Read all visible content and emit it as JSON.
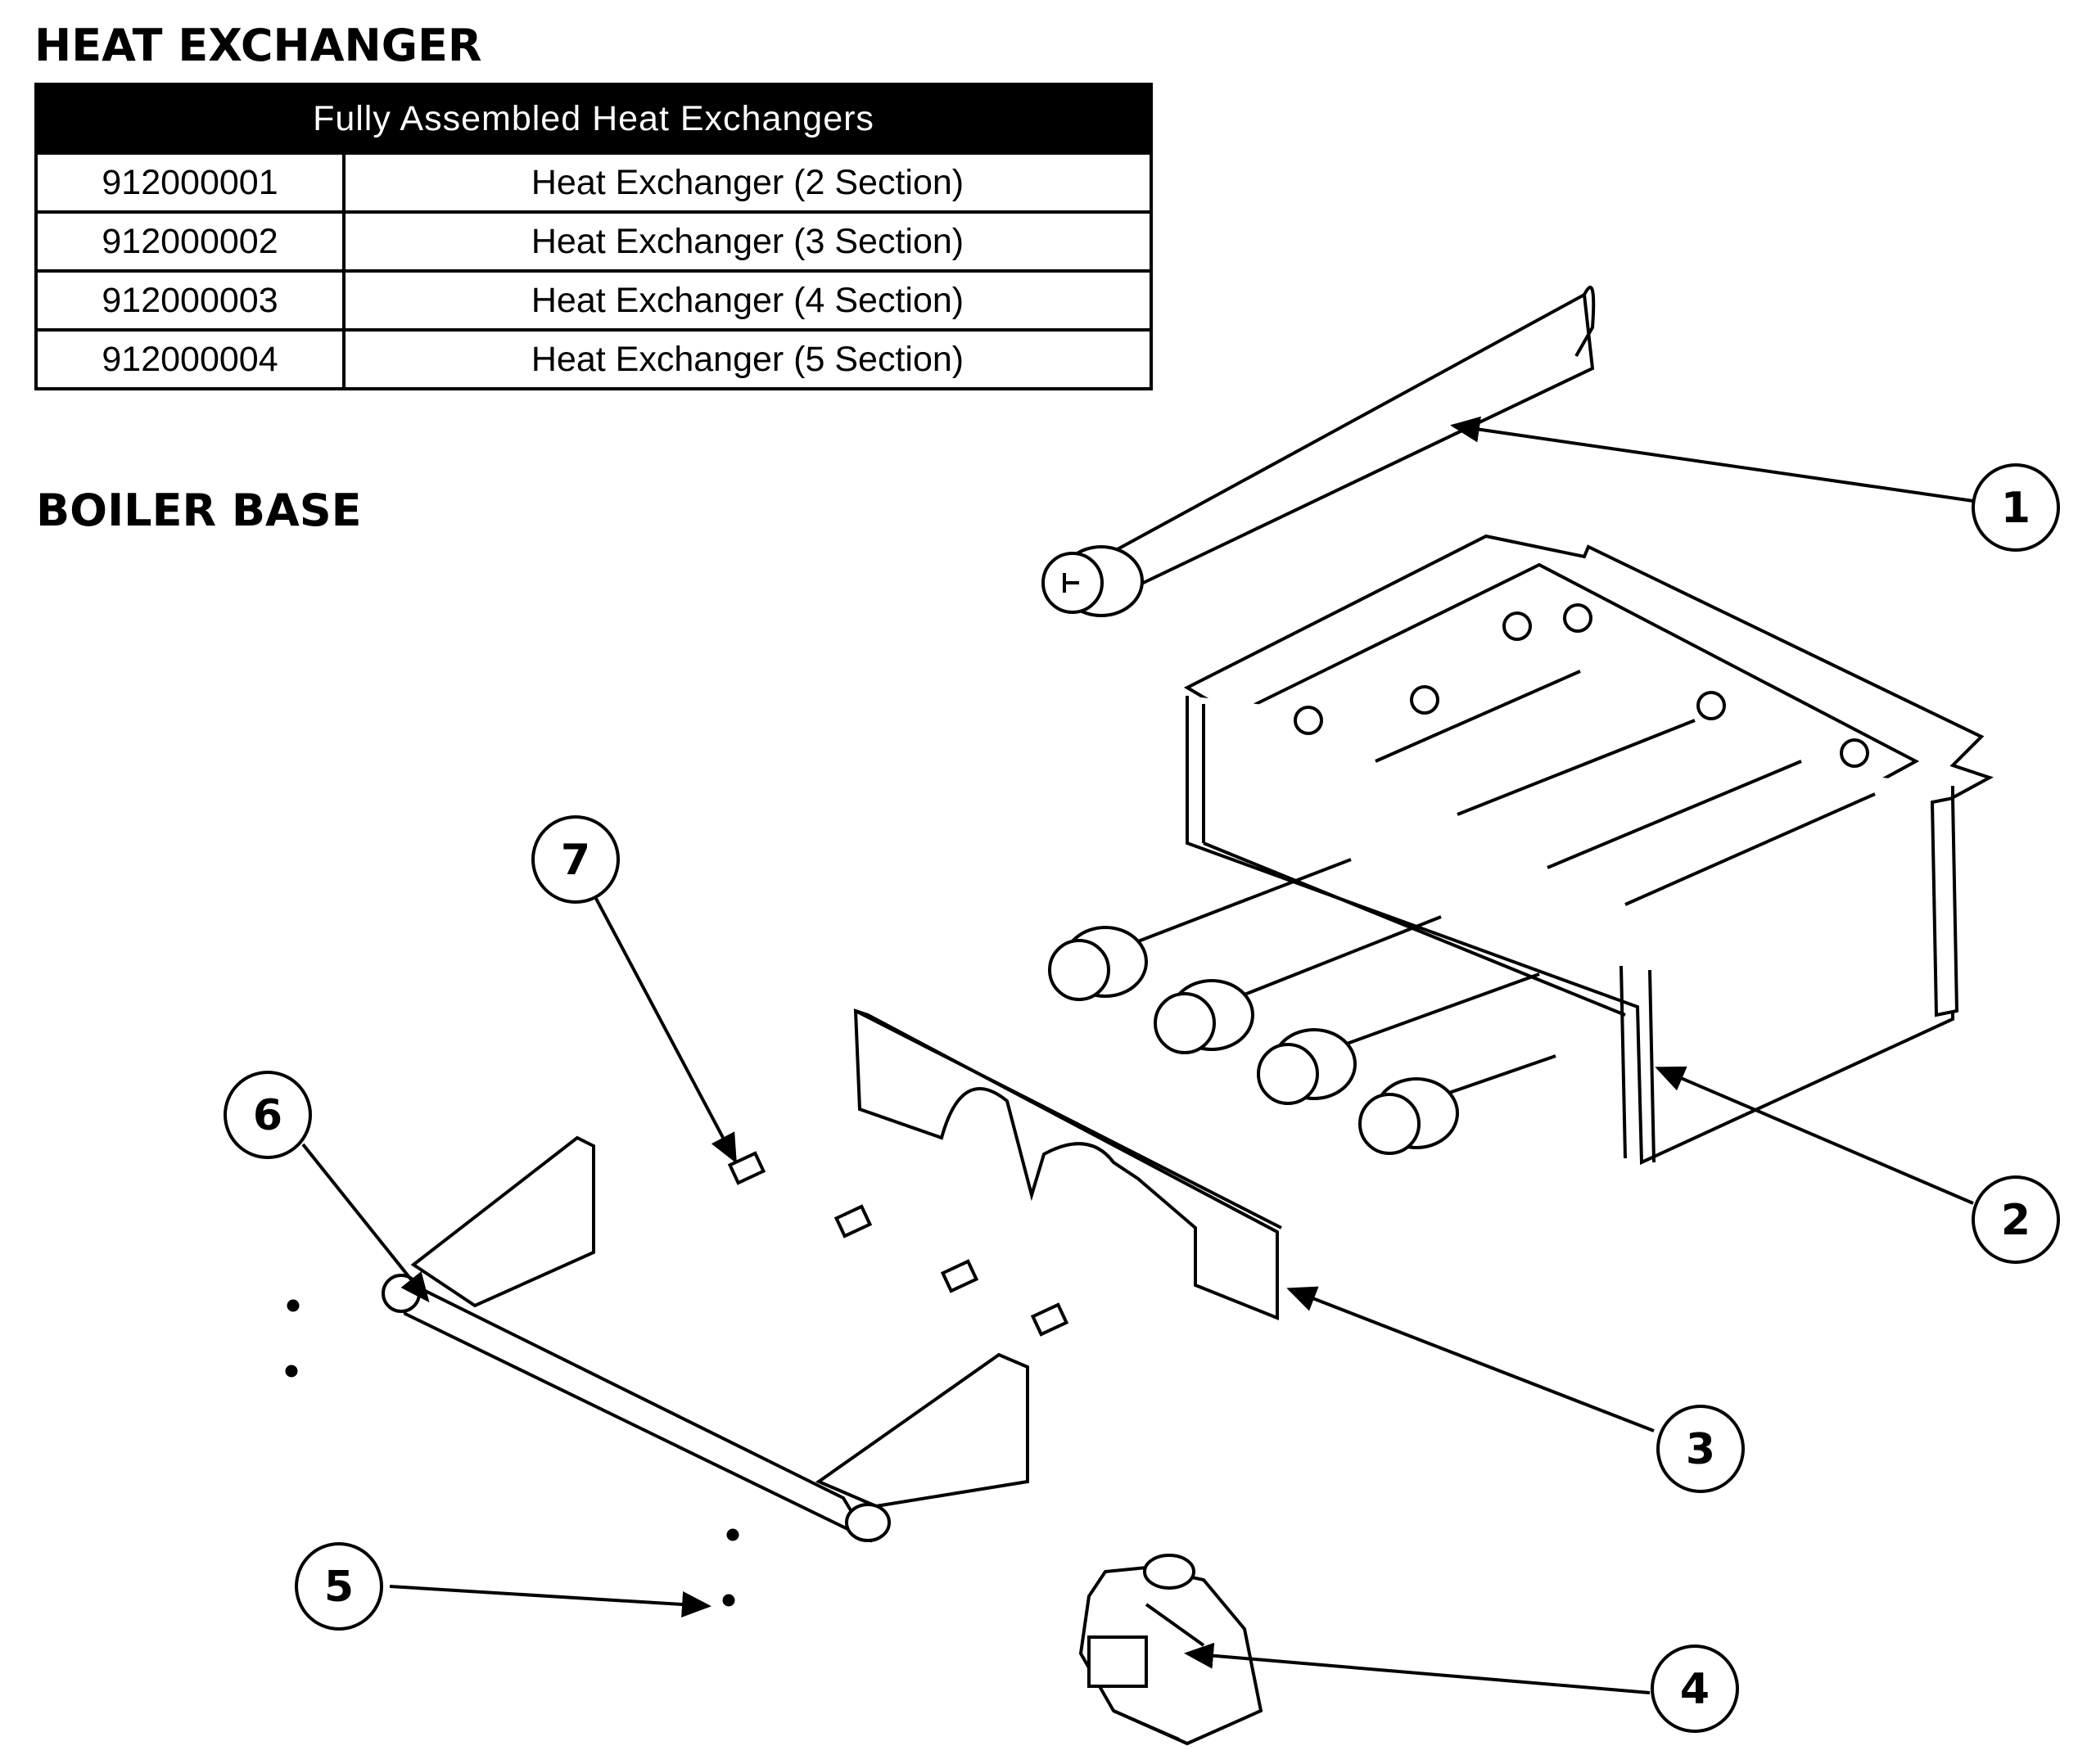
{
  "sections": {
    "heat_exchanger_title": "HEAT EXCHANGER",
    "boiler_base_title": "BOILER BASE"
  },
  "table": {
    "header": "Fully Assembled Heat Exchangers",
    "rows": [
      {
        "part_number": "912000001",
        "description": "Heat Exchanger (2 Section)"
      },
      {
        "part_number": "912000002",
        "description": "Heat Exchanger (3 Section)"
      },
      {
        "part_number": "912000003",
        "description": "Heat Exchanger (4 Section)"
      },
      {
        "part_number": "912000004",
        "description": "Heat Exchanger (5 Section)"
      }
    ]
  },
  "callouts": [
    "1",
    "2",
    "3",
    "4",
    "5",
    "6",
    "7"
  ],
  "colors": {
    "ink": "#000000",
    "paper": "#ffffff",
    "header_bg": "#000000",
    "header_text": "#ffffff"
  }
}
